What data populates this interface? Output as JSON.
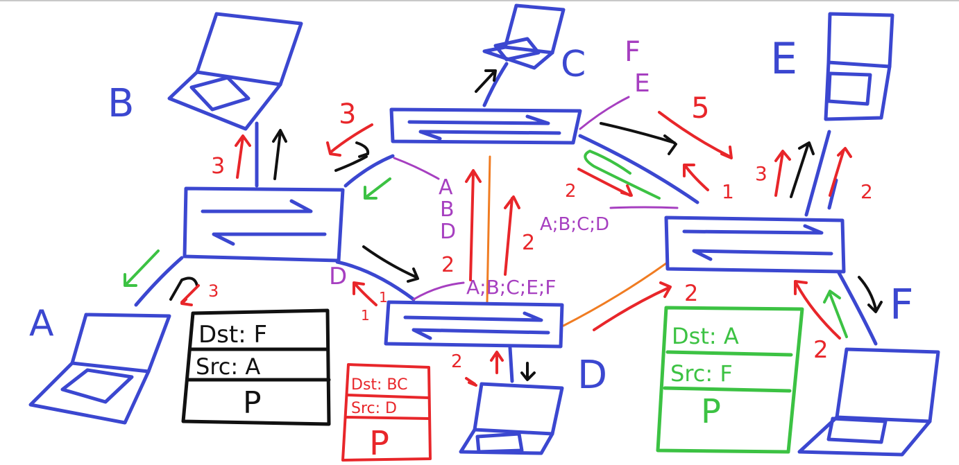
{
  "colors": {
    "device": "#3b47d0",
    "switch": "#3b47d0",
    "link": "#3b47d0",
    "step": "#e8262a",
    "table": "#a63fc0",
    "reply": "#3cc243",
    "trunk": "#f07c22",
    "frame": "#111111"
  },
  "hosts": {
    "a": "A",
    "b": "B",
    "c": "C",
    "d": "D",
    "e": "E",
    "f": "F"
  },
  "steps": {
    "s3_top": "3",
    "s3_b": "3",
    "s5": "5",
    "s2_center_left": "2",
    "s2_center_right": "2",
    "s2_right_mid": "2",
    "s1_right": "1",
    "s3_e": "3",
    "s2_e": "2",
    "s2_trunk": "2",
    "s2_f": "2",
    "s2_d": "2",
    "s1_d": "1",
    "s3_a": "3",
    "s1_a": "1"
  },
  "tables": {
    "right_f": "F",
    "right_e": "E",
    "center_letters": [
      "A",
      "B",
      "D"
    ],
    "right_list": "A;B;C;D",
    "bottom_list": "A;B;C;E;F",
    "bottom_d": "D"
  },
  "packets": {
    "black": {
      "dst": "Dst: F",
      "src": "Src: A",
      "payload": "P"
    },
    "red": {
      "dst": "Dst: BC",
      "src": "Src: D",
      "payload": "P"
    },
    "green": {
      "dst": "Dst: A",
      "src": "Src: F",
      "payload": "P"
    }
  }
}
